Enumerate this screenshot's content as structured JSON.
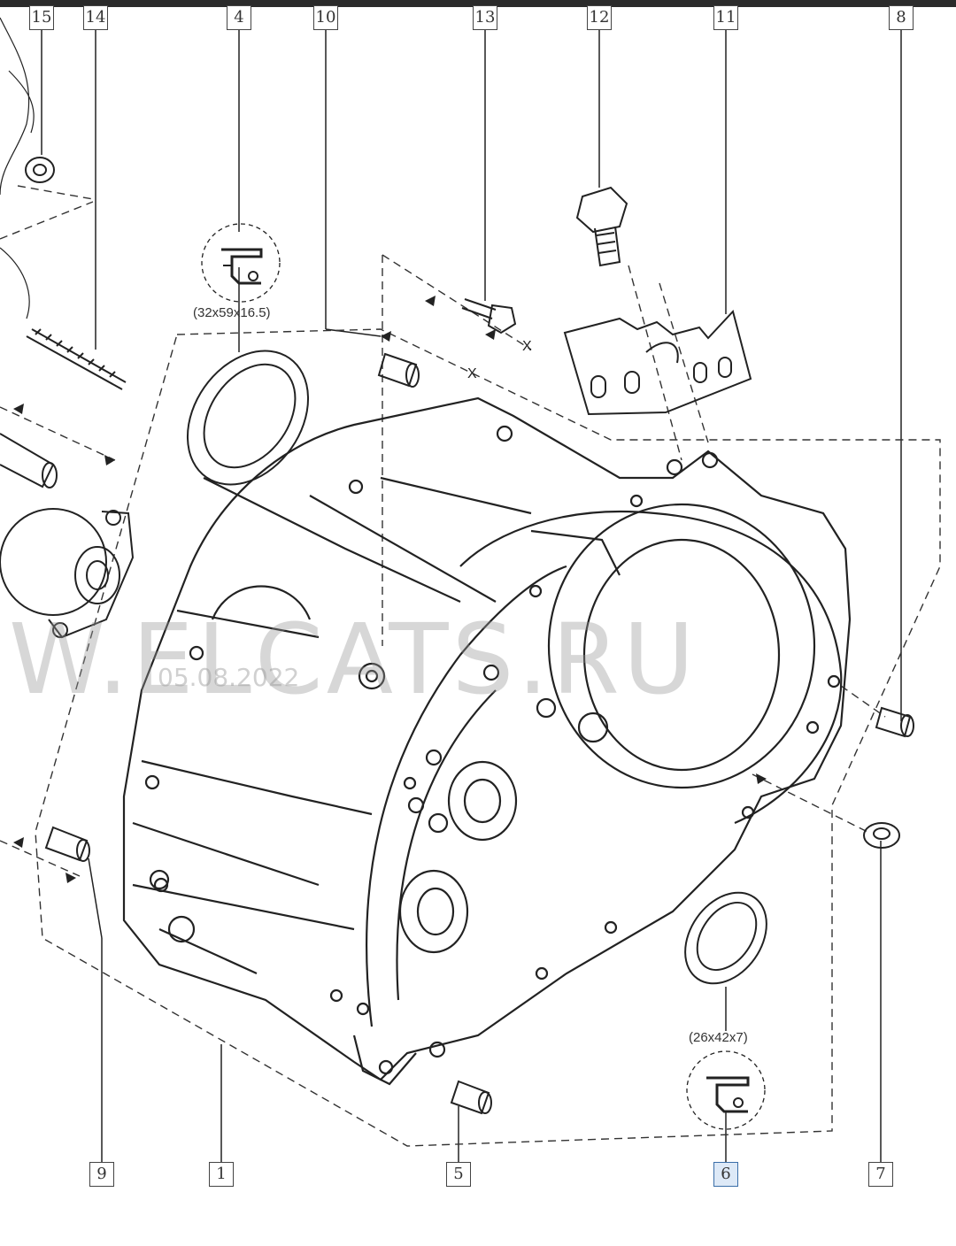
{
  "callouts": {
    "c1": "1",
    "c4": "4",
    "c5": "5",
    "c6": "6",
    "c7": "7",
    "c8": "8",
    "c9": "9",
    "c10": "10",
    "c11": "11",
    "c12": "12",
    "c13": "13",
    "c14": "14",
    "c15": "15"
  },
  "dimensions": {
    "seal_top": "(32x59x16.5)",
    "seal_bottom": "(26x42x7)"
  },
  "markers": {
    "x1": "X",
    "x2": "X"
  },
  "watermark": {
    "text": "W.ELCATS.RU",
    "date": "05.08.2022"
  },
  "selected_callout": "6",
  "colors": {
    "line": "#222222",
    "dash": "#333333",
    "selected_fill": "#dde9f7"
  }
}
